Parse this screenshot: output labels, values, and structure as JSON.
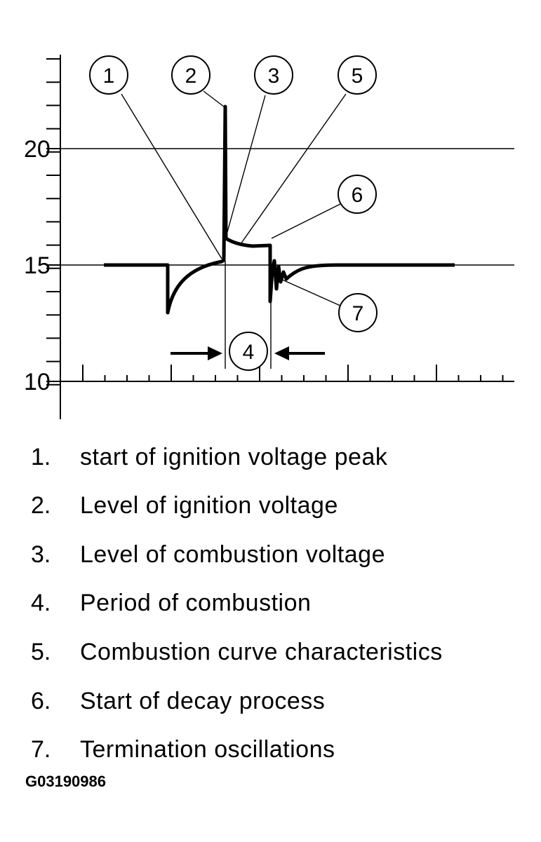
{
  "diagram": {
    "y_axis": {
      "tick_labels": [
        "20",
        "15",
        "10"
      ]
    },
    "callouts": [
      {
        "id": "1",
        "label": "1"
      },
      {
        "id": "2",
        "label": "2"
      },
      {
        "id": "3",
        "label": "3"
      },
      {
        "id": "5",
        "label": "5"
      },
      {
        "id": "6",
        "label": "6"
      },
      {
        "id": "7",
        "label": "7"
      },
      {
        "id": "4",
        "label": "4"
      }
    ]
  },
  "legend": [
    {
      "num": "1.",
      "text": "start of ignition voltage peak"
    },
    {
      "num": "2.",
      "text": "Level of ignition voltage"
    },
    {
      "num": "3.",
      "text": "Level of combustion voltage"
    },
    {
      "num": "4.",
      "text": "Period of combustion"
    },
    {
      "num": "5.",
      "text": "Combustion curve characteristics"
    },
    {
      "num": "6.",
      "text": "Start of decay process"
    },
    {
      "num": "7.",
      "text": "Termination oscillations"
    }
  ],
  "figure_id": "G03190986"
}
